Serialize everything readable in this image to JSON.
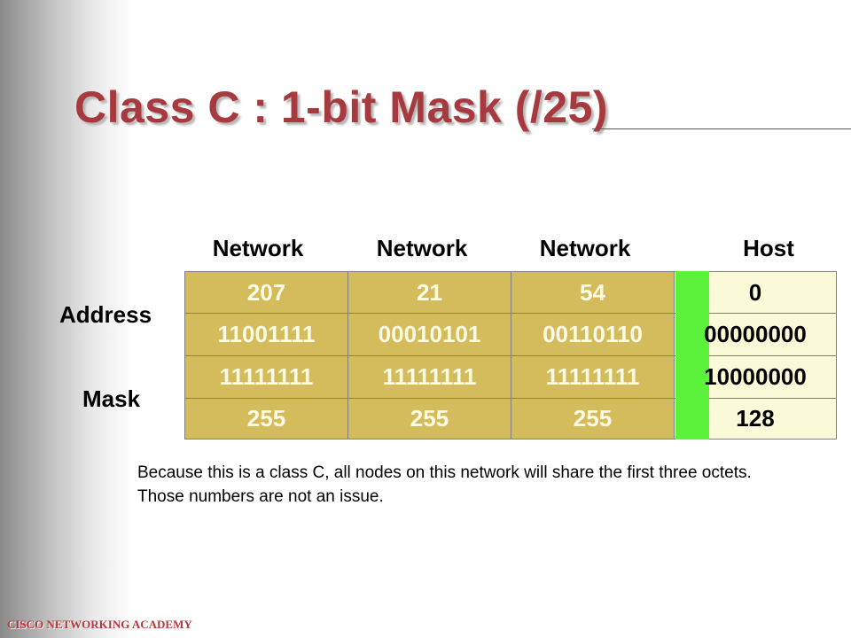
{
  "title": "Class C : 1-bit Mask (/25)",
  "column_headers": [
    "Network",
    "Network",
    "Network",
    "Host"
  ],
  "row_labels": {
    "address": "Address",
    "mask": "Mask"
  },
  "rows": [
    [
      "207",
      "21",
      "54",
      "0"
    ],
    [
      "11001111",
      "00010101",
      "00110110",
      "00000000"
    ],
    [
      "11111111",
      "11111111",
      "11111111",
      "10000000"
    ],
    [
      "255",
      "255",
      "255",
      "128"
    ]
  ],
  "note": "Because this is a class C, all nodes on this network will share the first three octets. Those numbers are not an issue.",
  "footer": "CISCO NETWORKING ACADEMY",
  "colors": {
    "title": "#a63a3f",
    "network_cell": "#d4bb5c",
    "network_text": "#fdfbe6",
    "host_cell": "#fbfad8",
    "host_highlight": "#5cf23c"
  }
}
